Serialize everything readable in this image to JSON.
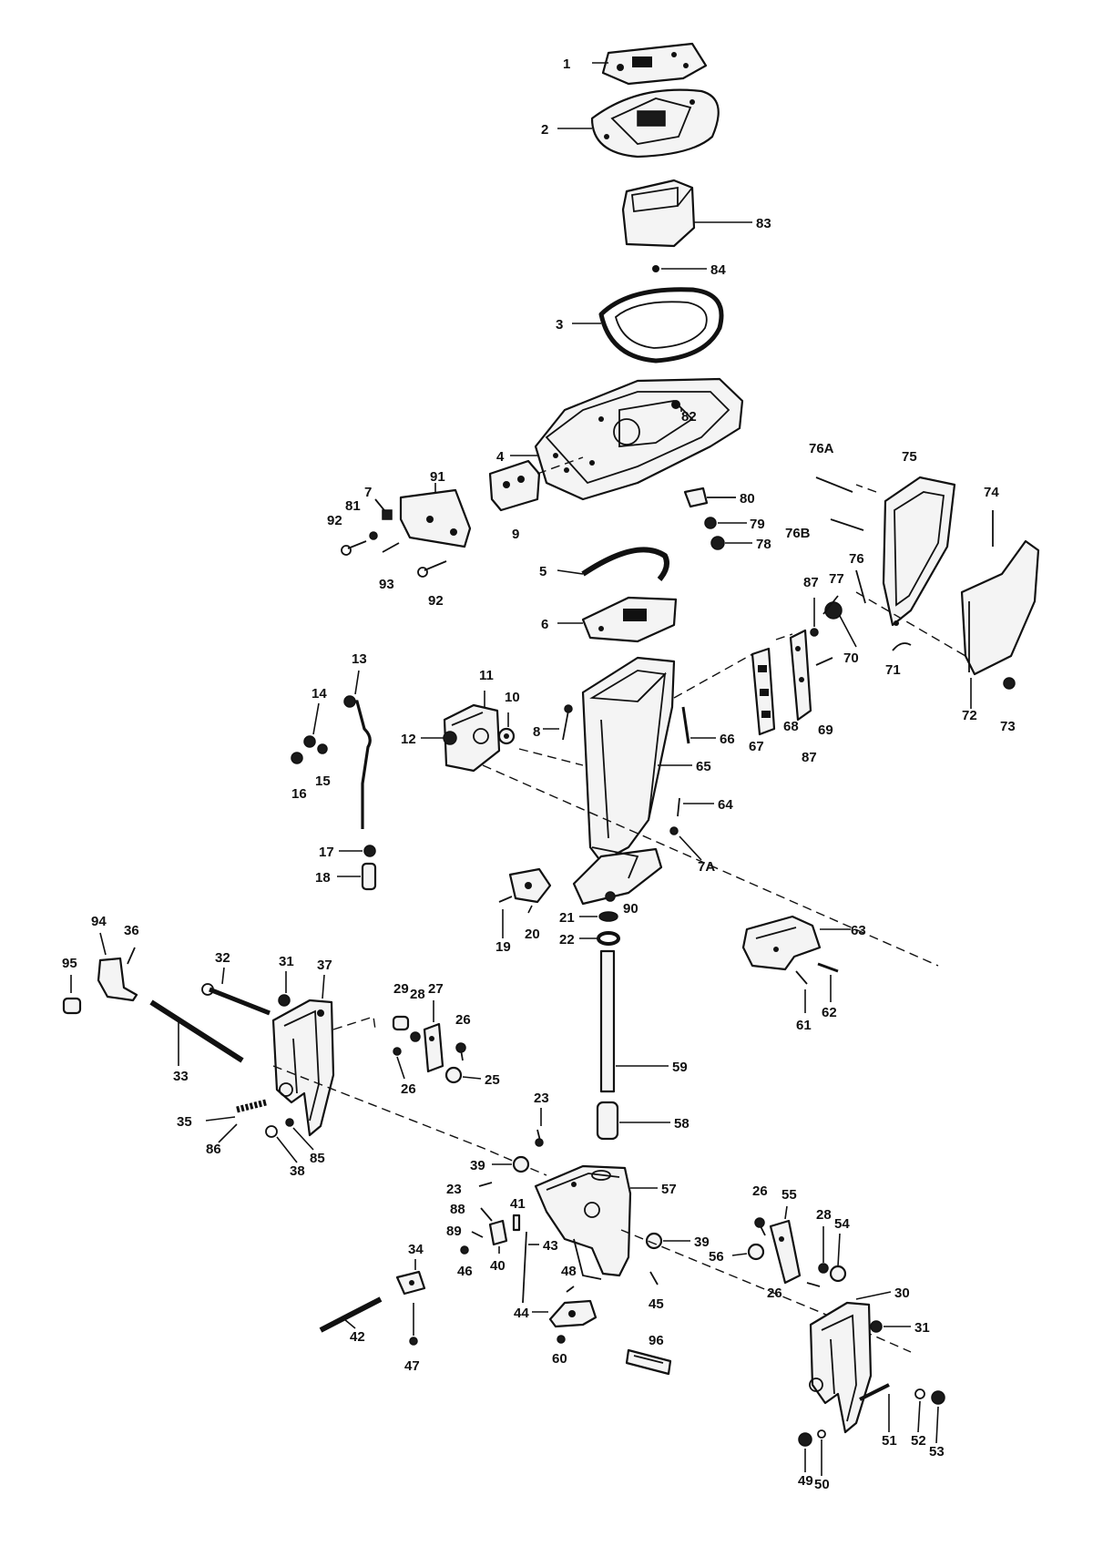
{
  "labels": {
    "p1": "1",
    "p2": "2",
    "p3": "3",
    "p4": "4",
    "p5": "5",
    "p6": "6",
    "p7": "7",
    "p8": "8",
    "p9": "9",
    "p10": "10",
    "p11": "11",
    "p12": "12",
    "p13": "13",
    "p14": "14",
    "p15": "15",
    "p16": "16",
    "p17": "17",
    "p18": "18",
    "p19": "19",
    "p20": "20",
    "p21": "21",
    "p22": "22",
    "p23a": "23",
    "p23b": "23",
    "p25": "25",
    "p26a": "26",
    "p26b": "26",
    "p26c": "26",
    "p26d": "26",
    "p27": "27",
    "p28a": "28",
    "p28b": "28",
    "p29": "29",
    "p30": "30",
    "p31a": "31",
    "p31b": "31",
    "p32": "32",
    "p33": "33",
    "p34": "34",
    "p35": "35",
    "p36": "36",
    "p37": "37",
    "p38": "38",
    "p39a": "39",
    "p39b": "39",
    "p40": "40",
    "p41": "41",
    "p42": "42",
    "p43": "43",
    "p44": "44",
    "p45": "45",
    "p46": "46",
    "p47": "47",
    "p48": "48",
    "p49": "49",
    "p50": "50",
    "p51": "51",
    "p52": "52",
    "p53": "53",
    "p54": "54",
    "p55": "55",
    "p56": "56",
    "p57": "57",
    "p58": "58",
    "p59": "59",
    "p60": "60",
    "p61": "61",
    "p62": "62",
    "p63": "63",
    "p64": "64",
    "p65": "65",
    "p66": "66",
    "p67": "67",
    "p68": "68",
    "p69": "69",
    "p70": "70",
    "p71": "71",
    "p72": "72",
    "p73": "73",
    "p74": "74",
    "p75": "75",
    "p76": "76",
    "p76a": "76A",
    "p76b": "76B",
    "p77": "77",
    "p78": "78",
    "p79": "79",
    "p80": "80",
    "p81": "81",
    "p82": "82",
    "p83": "83",
    "p84": "84",
    "p85": "85",
    "p86": "86",
    "p87a": "87",
    "p87b": "87",
    "p88": "88",
    "p89": "89",
    "p90": "90",
    "p91": "91",
    "p92a": "92",
    "p92b": "92",
    "p93": "93",
    "p94": "94",
    "p95": "95",
    "p96": "96",
    "p7a": "7A"
  }
}
